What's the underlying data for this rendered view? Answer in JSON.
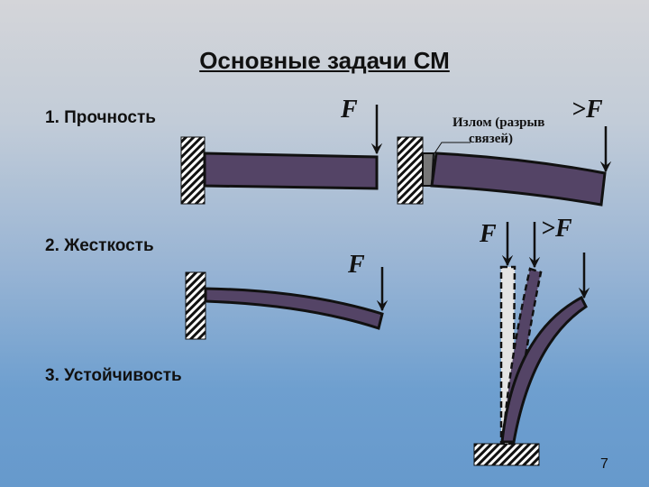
{
  "slide": {
    "title": "Основные задачи СМ",
    "items": [
      "1. Прочность",
      "2. Жесткость",
      "3. Устойчивость"
    ],
    "page_number": "7"
  },
  "diagram": {
    "force_label": "F",
    "greater_force_label": ">F",
    "fracture_note_line1": "Излом (разрыв",
    "fracture_note_line2": "связей)"
  },
  "colors": {
    "beam": "#544466",
    "outline": "#111111",
    "undeformed": "#e4e4e4"
  }
}
